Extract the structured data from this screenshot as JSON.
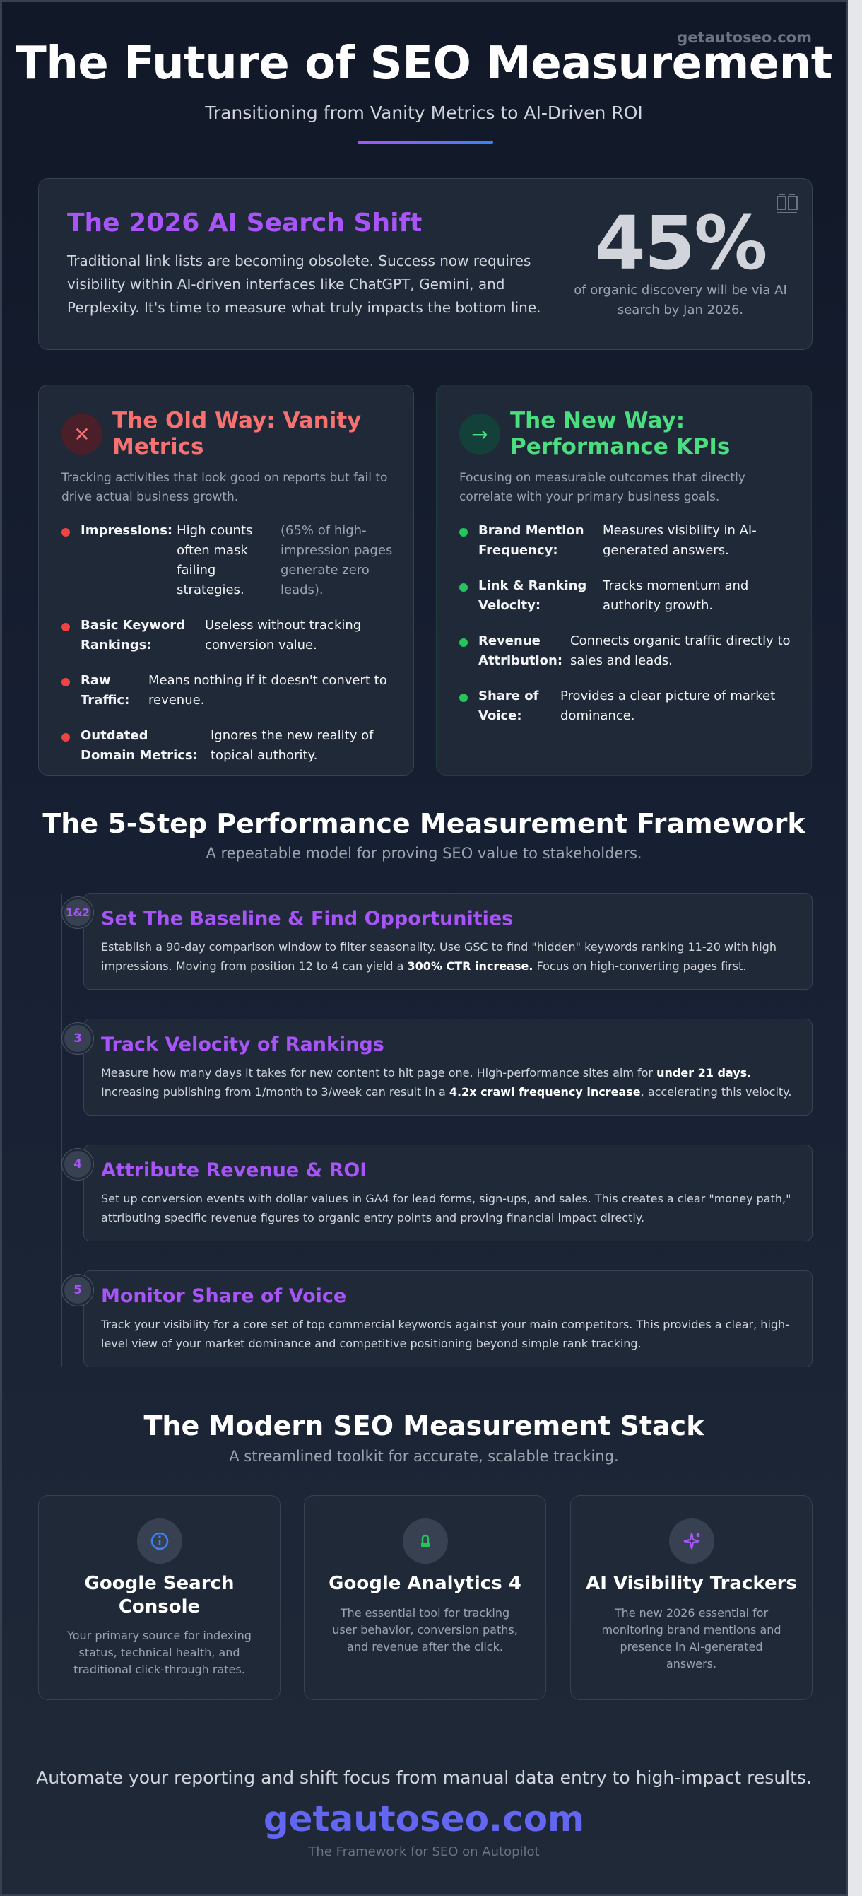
{
  "brand_top": "getautoseo.com",
  "header": {
    "title": "The Future of SEO Measurement",
    "subtitle": "Transitioning from Vanity Metrics to AI-Driven ROI"
  },
  "shift": {
    "title": "The 2026 AI Search Shift",
    "body": "Traditional link lists are becoming obsolete. Success now requires visibility within AI-driven interfaces like ChatGPT, Gemini, and Perplexity. It's time to measure what truly impacts the bottom line.",
    "stat_value": "45%",
    "stat_caption": "of organic discovery will be via AI search by Jan 2026."
  },
  "old_way": {
    "title": "The Old Way: Vanity Metrics",
    "description": "Tracking activities that look good on reports but fail to drive actual business growth.",
    "items": [
      {
        "label": "Impressions:",
        "value": "High counts often mask failing strategies.",
        "note": "(65% of high-impression pages generate zero leads)."
      },
      {
        "label": "Basic Keyword Rankings:",
        "value": "Useless without tracking conversion value."
      },
      {
        "label": "Raw Traffic:",
        "value": "Means nothing if it doesn't convert to revenue."
      },
      {
        "label": "Outdated Domain Metrics:",
        "value": "Ignores the new reality of topical authority."
      }
    ]
  },
  "new_way": {
    "title": "The New Way: Performance KPIs",
    "description": "Focusing on measurable outcomes that directly correlate with your primary business goals.",
    "items": [
      {
        "label": "Brand Mention Frequency:",
        "value": "Measures visibility in AI-generated answers."
      },
      {
        "label": "Link & Ranking Velocity:",
        "value": "Tracks momentum and authority growth."
      },
      {
        "label": "Revenue Attribution:",
        "value": "Connects organic traffic directly to sales and leads."
      },
      {
        "label": "Share of Voice:",
        "value": "Provides a clear picture of market dominance."
      }
    ]
  },
  "framework": {
    "title": "The 5-Step Performance Measurement Framework",
    "subtitle": "A repeatable model for proving SEO value to stakeholders.",
    "steps": [
      {
        "badge": "1&2",
        "title": "Set The Baseline & Find Opportunities",
        "body_a": "Establish a 90-day comparison window to filter seasonality. Use GSC to find \"hidden\" keywords ranking 11-20 with high impressions. Moving from position 12 to 4 can yield a ",
        "body_b": "300% CTR increase.",
        "body_c": " Focus on high-converting pages first."
      },
      {
        "badge": "3",
        "title": "Track Velocity of Rankings",
        "body_a": "Measure how many days it takes for new content to hit page one. High-performance sites aim for ",
        "body_b": "under 21 days.",
        "body_c": " Increasing publishing from 1/month to 3/week can result in a ",
        "body_d": "4.2x crawl frequency increase",
        "body_e": ", accelerating this velocity."
      },
      {
        "badge": "4",
        "title": "Attribute Revenue & ROI",
        "body_a": "Set up conversion events with dollar values in GA4 for lead forms, sign-ups, and sales. This creates a clear \"money path,\" attributing specific revenue figures to organic entry points and proving financial impact directly."
      },
      {
        "badge": "5",
        "title": "Monitor Share of Voice",
        "body_a": "Track your visibility for a core set of top commercial keywords against your main competitors. This provides a clear, high-level view of your market dominance and competitive positioning beyond simple rank tracking."
      }
    ]
  },
  "stack": {
    "title": "The Modern SEO Measurement Stack",
    "subtitle": "A streamlined toolkit for accurate, scalable tracking.",
    "tools": [
      {
        "icon": "info-icon",
        "color": "#3b82f6",
        "title": "Google Search Console",
        "description": "Your primary source for indexing status, technical health, and traditional click-through rates."
      },
      {
        "icon": "analytics-icon",
        "color": "#22c55e",
        "title": "Google Analytics 4",
        "description": "The essential tool for tracking user behavior, conversion paths, and revenue after the click."
      },
      {
        "icon": "sparkle-icon",
        "color": "#a855f7",
        "title": "AI Visibility Trackers",
        "description": "The new 2026 essential for monitoring brand mentions and presence in AI-generated answers."
      }
    ]
  },
  "footer": {
    "tagline": "Automate your reporting and shift focus from manual data entry to high-impact results.",
    "brand": "getautoseo.com",
    "motto": "The Framework for SEO on Autopilot"
  },
  "colors": {
    "accent_purple": "#a855f7",
    "accent_red": "#f87171",
    "accent_green": "#4ade80",
    "brand_indigo": "#6366f1"
  }
}
